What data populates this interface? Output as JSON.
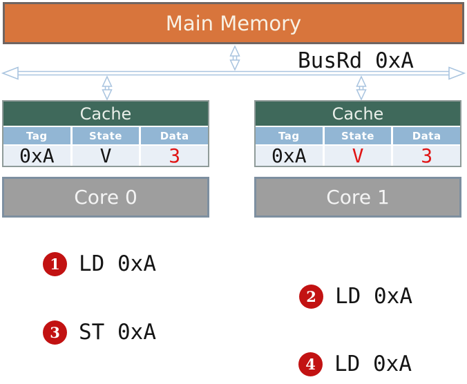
{
  "diagram": {
    "main_memory": {
      "label": "Main Memory"
    },
    "bus": {
      "label": "BusRd 0xA"
    },
    "caches": [
      {
        "title": "Cache",
        "columns": [
          "Tag",
          "State",
          "Data"
        ],
        "row": [
          {
            "text": "0xA",
            "color": "black"
          },
          {
            "text": "V",
            "color": "black"
          },
          {
            "text": "3",
            "color": "red"
          }
        ]
      },
      {
        "title": "Cache",
        "columns": [
          "Tag",
          "State",
          "Data"
        ],
        "row": [
          {
            "text": "0xA",
            "color": "black"
          },
          {
            "text": "V",
            "color": "red"
          },
          {
            "text": "3",
            "color": "red"
          }
        ]
      }
    ],
    "cores": [
      {
        "label": "Core 0"
      },
      {
        "label": "Core 1"
      }
    ],
    "steps": [
      {
        "num": "1",
        "label": "LD 0xA"
      },
      {
        "num": "2",
        "label": "LD 0xA"
      },
      {
        "num": "3",
        "label": "ST 0xA"
      },
      {
        "num": "4",
        "label": "LD 0xA"
      }
    ],
    "colors": {
      "memory_fill": "#d8753c",
      "memory_border": "#6f6562",
      "cache_header_fill": "#3f695b",
      "table_header_fill": "#92b6d4",
      "table_row_fill": "#e9eff6",
      "core_fill": "#9e9e9e",
      "core_border": "#7d8fa0",
      "highlight_red": "#e01414",
      "step_badge_red": "#c21212",
      "bus_arrow_blue": "#a9c4df"
    }
  }
}
